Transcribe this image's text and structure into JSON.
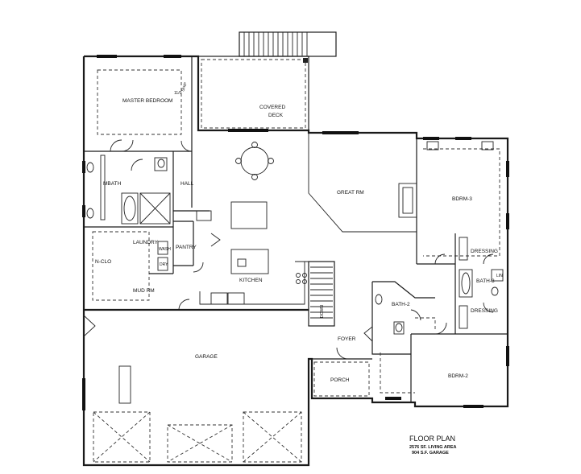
{
  "rooms": {
    "master_bedroom": "MASTER BEDROOM",
    "covered_deck_1": "COVERED",
    "covered_deck_2": "DECK",
    "great_rm": "GREAT RM",
    "bdrm3": "BDRM-3",
    "mbath": "MBATH",
    "hall": "HALL",
    "laundry": "LAUNDRY",
    "wash": "WASH",
    "dry": "DRY",
    "pantry": "PANTRY",
    "n_clo": "N-CLO",
    "mud_rm": "MUD RM",
    "kitchen": "KITCHEN",
    "dressing_top": "DRESSING",
    "bath3": "BATH-3",
    "lin": "LIN",
    "dressing_bottom": "DRESSING",
    "bath2": "BATH-2",
    "foyer": "FOYER",
    "garage": "GARAGE",
    "porch": "PORCH",
    "bdrm2": "BDRM-2",
    "down": "DOWN"
  },
  "notes": {
    "ceiling_1": "11/0",
    "ceiling_2": "SHIP"
  },
  "title_block": {
    "title": "FLOOR PLAN",
    "living_area": "2576 SF. LIVING AREA",
    "garage_area": "904 S.F. GARAGE"
  }
}
